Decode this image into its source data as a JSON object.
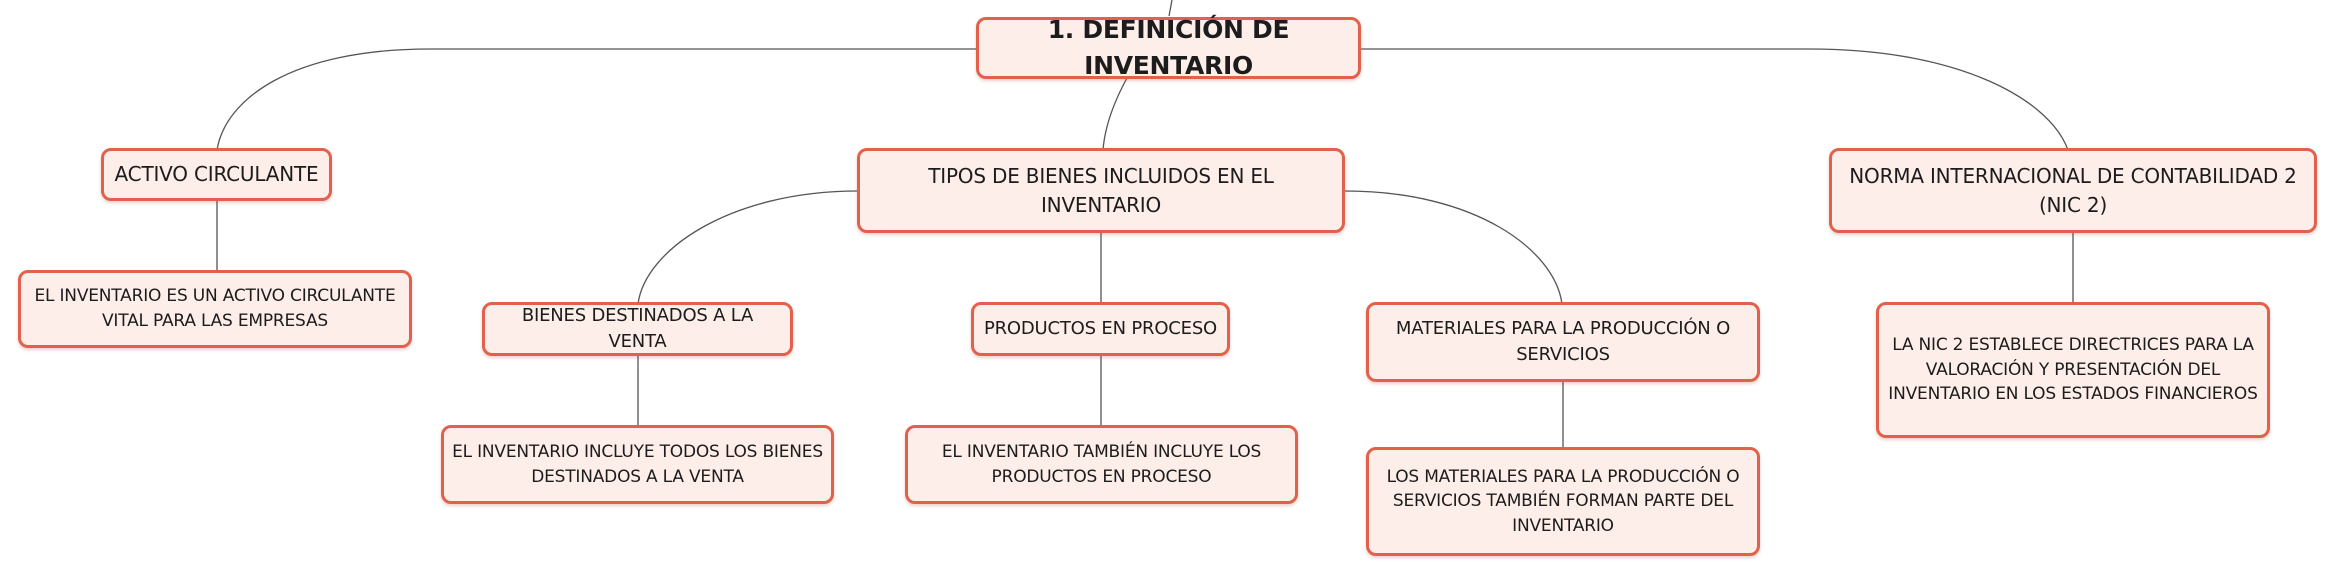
{
  "diagram": {
    "root": {
      "label": "1. DEFINICIÓN DE INVENTARIO"
    },
    "activo": {
      "label": "ACTIVO CIRCULANTE",
      "detail": "EL INVENTARIO ES UN ACTIVO CIRCULANTE VITAL PARA LAS EMPRESAS"
    },
    "tipos": {
      "label": "TIPOS DE BIENES INCLUIDOS EN EL INVENTARIO",
      "bienes": {
        "label": "BIENES DESTINADOS A LA VENTA",
        "detail": "EL INVENTARIO INCLUYE TODOS LOS BIENES DESTINADOS A LA VENTA"
      },
      "productos": {
        "label": "PRODUCTOS EN PROCESO",
        "detail": "EL INVENTARIO TAMBIÉN INCLUYE LOS PRODUCTOS EN PROCESO"
      },
      "materiales": {
        "label": "MATERIALES PARA LA PRODUCCIÓN O SERVICIOS",
        "detail": "LOS MATERIALES PARA LA PRODUCCIÓN O SERVICIOS TAMBIÉN FORMAN PARTE DEL INVENTARIO"
      }
    },
    "nic": {
      "label": "NORMA INTERNACIONAL DE CONTABILIDAD 2 (NIC 2)",
      "detail": "LA NIC 2 ESTABLECE DIRECTRICES PARA LA VALORACIÓN Y PRESENTACIÓN DEL INVENTARIO EN LOS ESTADOS FINANCIEROS"
    }
  },
  "colors": {
    "node_fill": "#fdeee9",
    "node_border": "#e2614d",
    "connector": "#555555",
    "text": "#1c1c1c"
  }
}
